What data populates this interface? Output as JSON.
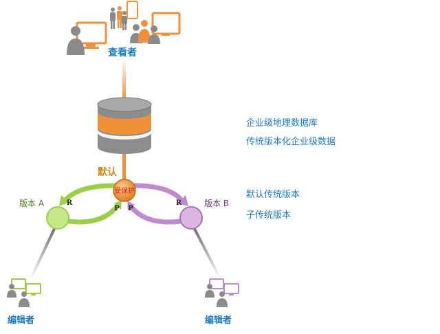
{
  "viewer": {
    "label": "查看者"
  },
  "default_version": {
    "label": "默认",
    "status": "受保护"
  },
  "version_a": {
    "label": "版本 A",
    "reconcile_badge": "R",
    "post_badge": "P"
  },
  "version_b": {
    "label": "版本 B",
    "reconcile_badge": "R",
    "post_badge": "P"
  },
  "editor_a": {
    "label": "编辑者"
  },
  "editor_b": {
    "label": "编辑者"
  },
  "legend": {
    "items": [
      "企业级地理数据库",
      "传统版本化企业级数据",
      "默认传统版本",
      "子传统版本"
    ]
  },
  "colors": {
    "orange": "#f0913a",
    "green": "#9ccf48",
    "purple": "#c08ad0",
    "gray": "#8a8a8a",
    "blue_text": "#1f7cc4"
  }
}
